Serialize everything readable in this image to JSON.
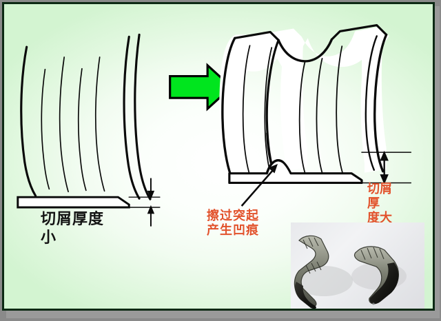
{
  "slide": {
    "title_alt": "切屑厚度对比示意图",
    "frame_border_color": "#0c2a14",
    "background_colors": {
      "center": "#ffffff",
      "edge": "#d3f4d1",
      "outside": "#8a8a8a"
    }
  },
  "arrow": {
    "name": "transition-arrow",
    "fill": "#00e51e",
    "stroke": "#000000",
    "direction": "right"
  },
  "left_diagram": {
    "name": "thin-chip-diagram",
    "caption": "切屑厚度\n小",
    "caption_color": "#141414",
    "dimension": {
      "name": "thin-thickness-dimension",
      "style": "outward-arrows",
      "meaning": "薄"
    }
  },
  "right_diagram": {
    "name": "thick-chip-diagram",
    "caption_lines": [
      "切屑",
      "厚",
      "度大"
    ],
    "caption_color": "#e2522c",
    "dimension": {
      "name": "thick-thickness-dimension",
      "style": "double-headed-arrow",
      "meaning": "厚"
    },
    "callout": {
      "text": "擦过突起\n产生凹痕",
      "color": "#e2522c",
      "pointer": "up-left"
    }
  },
  "photo": {
    "name": "chip-sample-photo",
    "alt": "两段卷曲的金属切屑实物照片",
    "background": "#e9eaec",
    "chip_color_light": "#8d8f80",
    "chip_color_dark": "#1d1d1d"
  }
}
